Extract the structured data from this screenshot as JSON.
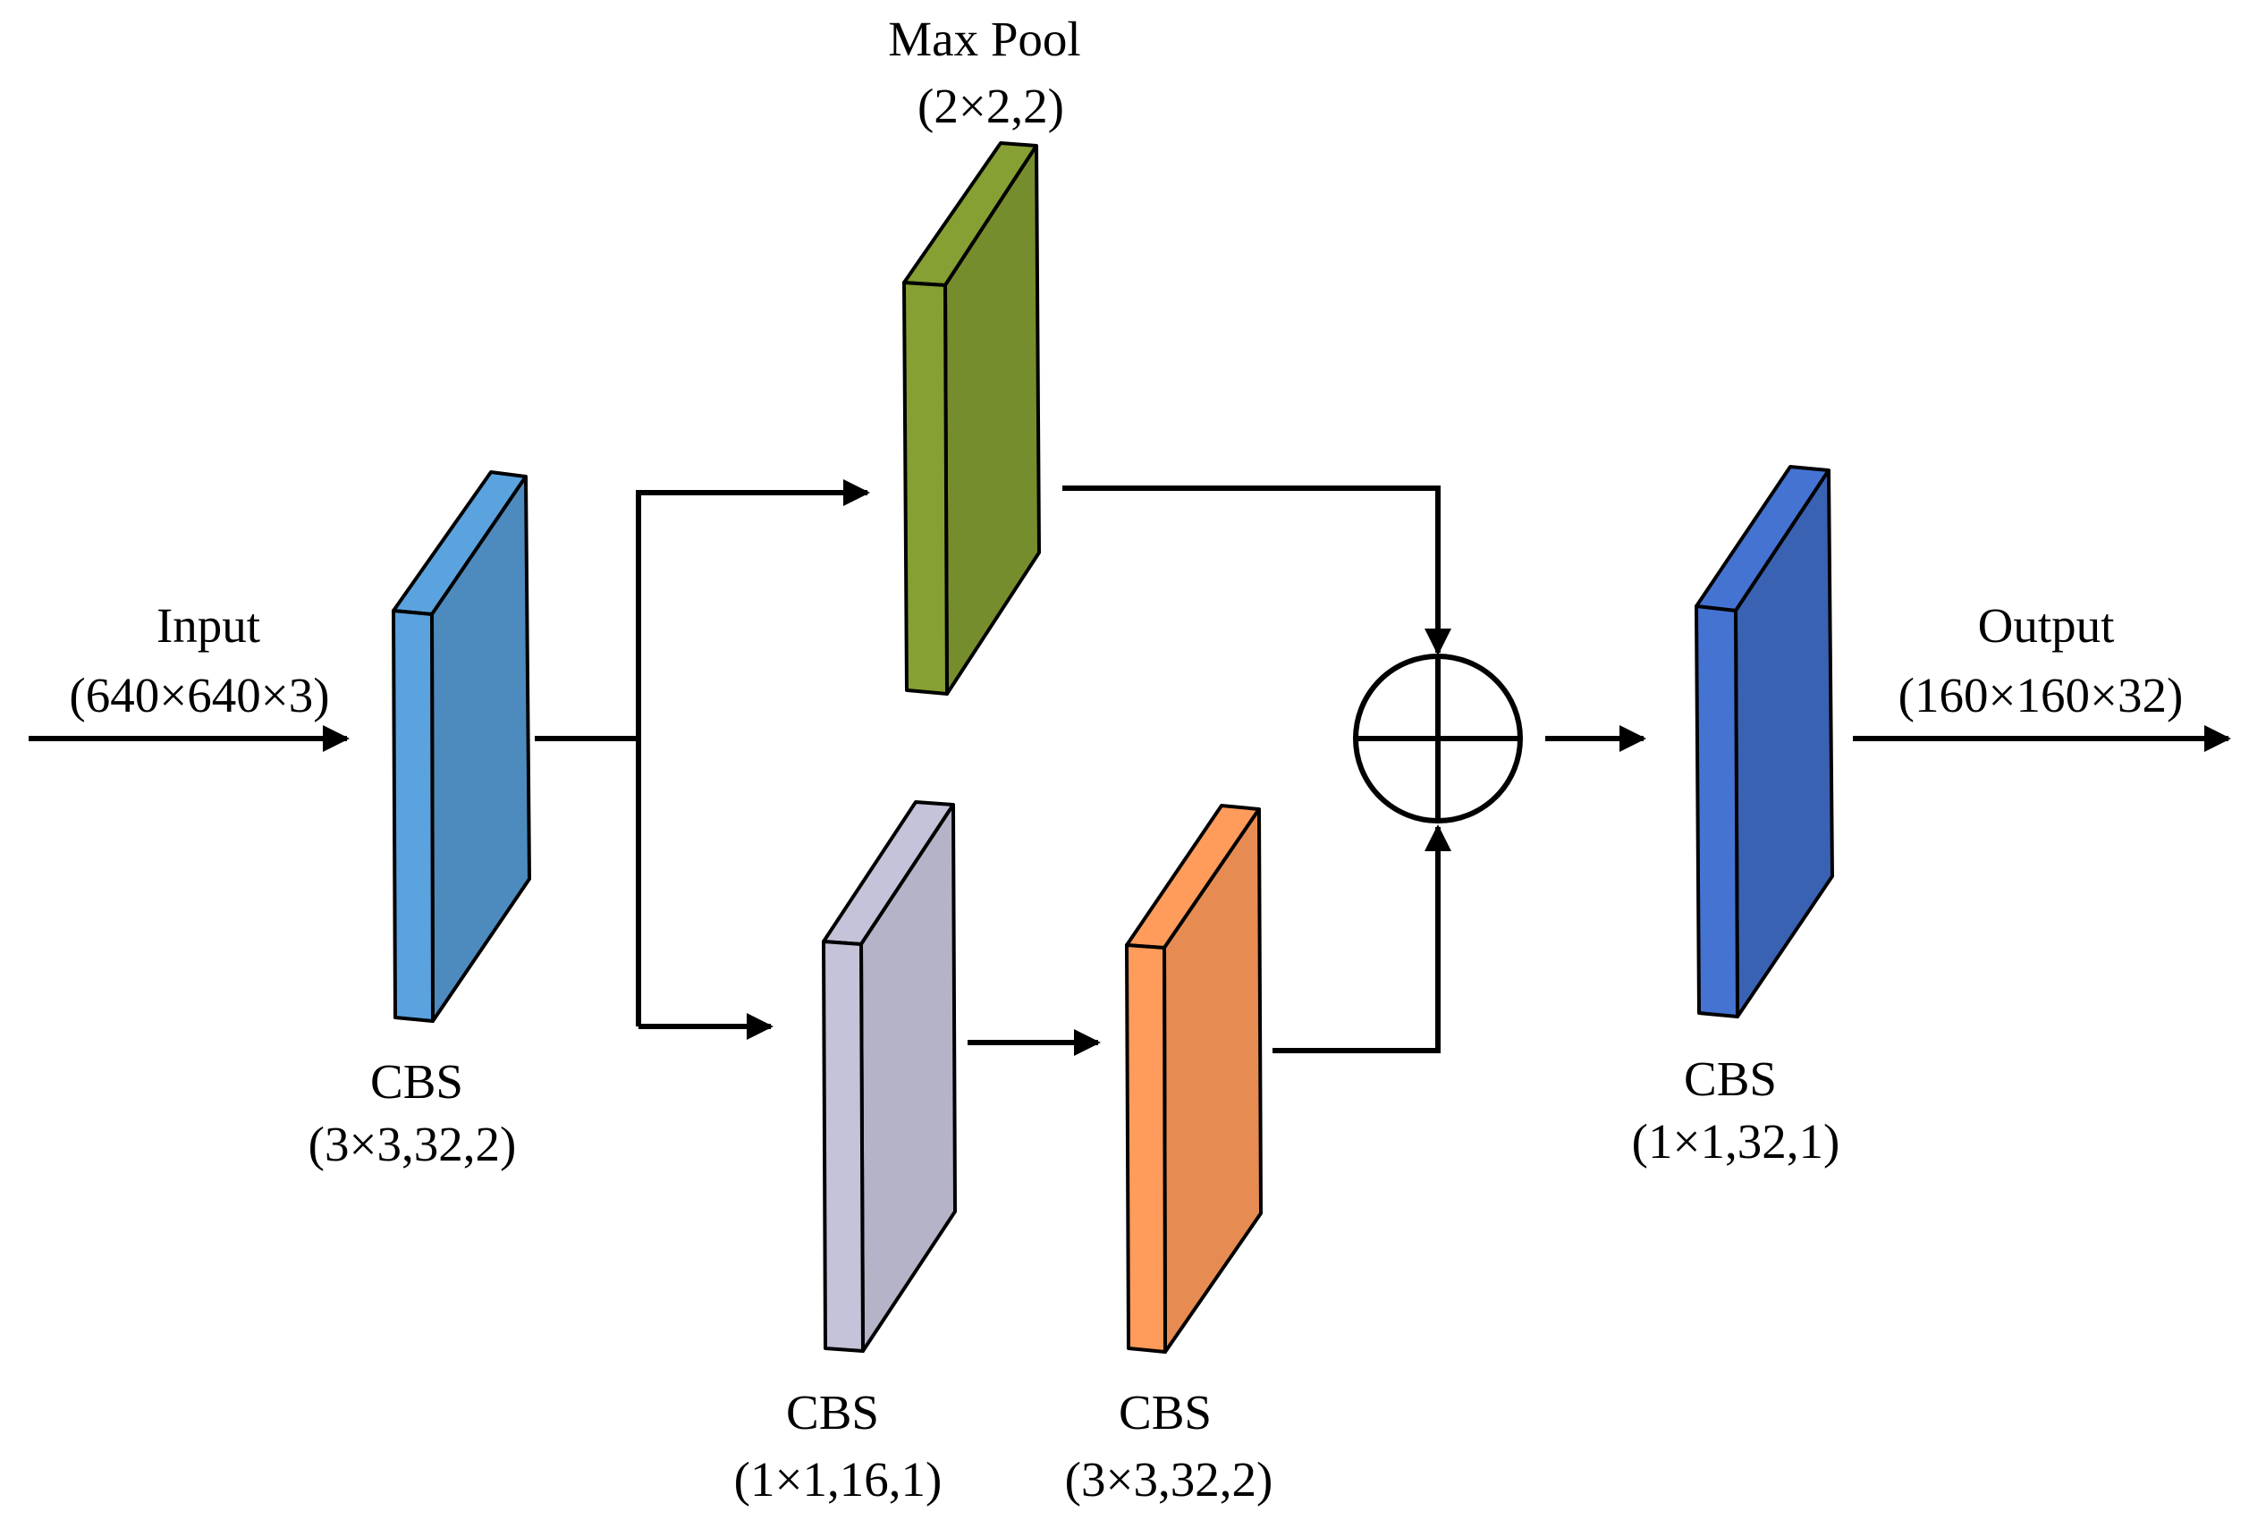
{
  "diagram": {
    "input": {
      "title": "Input",
      "shape": "(640×640×3)"
    },
    "output": {
      "title": "Output",
      "shape": "(160×160×32)"
    },
    "blocks": {
      "cbs_stem": {
        "name": "CBS",
        "params": "(3×3,32,2)",
        "color": "#5ba3df"
      },
      "maxpool": {
        "name": "Max Pool",
        "params": "(2×2,2)",
        "color": "#86a033"
      },
      "cbs_1x1_16": {
        "name": "CBS",
        "params": "(1×1,16,1)",
        "color": "#c5c3d9"
      },
      "cbs_3x3_32": {
        "name": "CBS",
        "params": "(3×3,32,2)",
        "color": "#ff9c5b"
      },
      "cbs_out": {
        "name": "CBS",
        "params": "(1×1,32,1)",
        "color": "#4473d2"
      }
    },
    "merge_symbol": "circled-plus"
  }
}
